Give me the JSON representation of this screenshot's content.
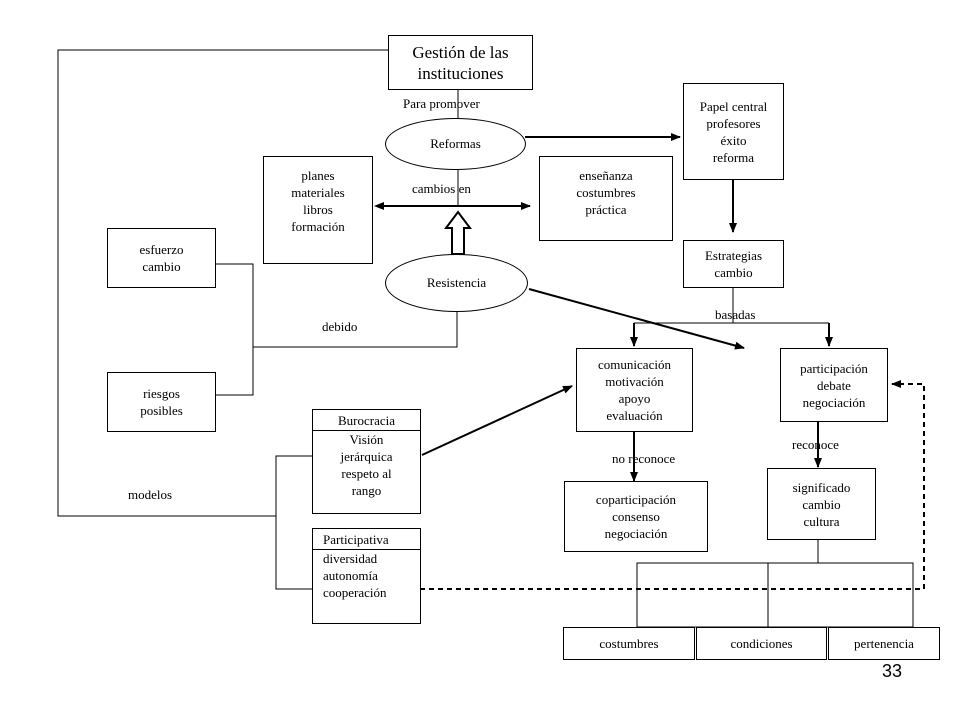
{
  "diagram": {
    "title": "Gestión de las\ninstituciones",
    "reformas": "Reformas",
    "resistencia": "Resistencia",
    "planes": "planes\nmateriales\nlibros\nformación",
    "ensenanza": "enseñanza\ncostumbres\npráctica",
    "papel": "Papel central\nprofesores\néxito\nreforma",
    "estrategias": "Estrategias\ncambio",
    "esfuerzo": "esfuerzo\ncambio",
    "riesgos": "riesgos\nposibles",
    "comunicacion": "comunicación\nmotivación\napoyo\nevaluación",
    "participacion_debate": "participación\ndebate\nnegociación",
    "coparticipacion": "coparticipación\nconsenso\nnegociación",
    "significado": "significado\ncambio\ncultura",
    "burocracia_head": "Burocracia",
    "burocracia_body": "Visión\njerárquica\nrespeto al\nrango",
    "participativa_head": "Participativa",
    "participativa_body": "diversidad\nautonomía\ncooperación",
    "costumbres": "costumbres",
    "condiciones": "condiciones",
    "pertenencia": "pertenencia"
  },
  "labels": {
    "para_promover": "Para promover",
    "cambios_en": "cambios en",
    "debido": "debido",
    "basadas": "basadas",
    "no_reconoce": "no reconoce",
    "reconoce": "reconoce",
    "modelos": "modelos"
  },
  "page_number": "33"
}
